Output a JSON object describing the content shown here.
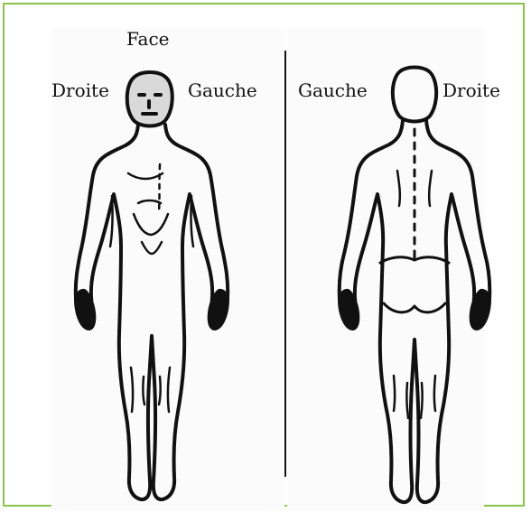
{
  "diagram": {
    "front": {
      "title": "Face",
      "right_label": "Droite",
      "left_label": "Gauche"
    },
    "back": {
      "left_label": "Gauche",
      "right_label": "Droite"
    }
  },
  "colors": {
    "frame_border": "#8bc34a",
    "outline": "#111111",
    "head_highlight": "#d9d9d9",
    "hands": "#111111"
  }
}
